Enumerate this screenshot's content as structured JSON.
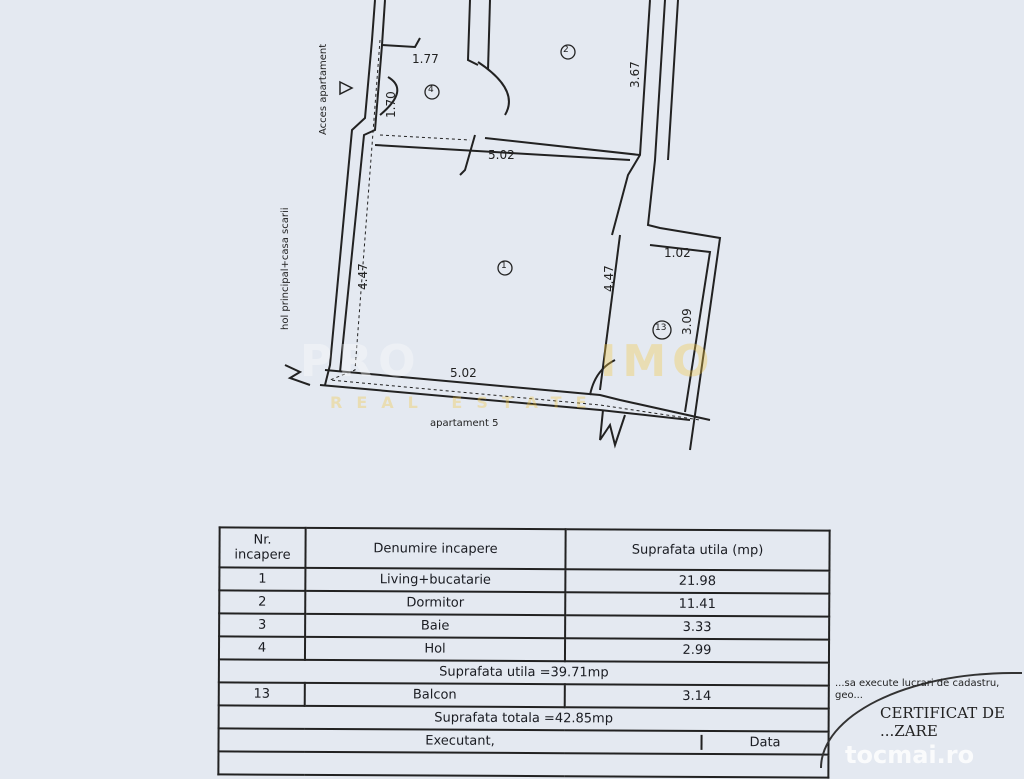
{
  "plan": {
    "rooms": [
      "2",
      "4",
      "1",
      "13"
    ],
    "dimensions": {
      "d177": "1.77",
      "d170": "1.70",
      "d367": "3.67",
      "d502a": "5.02",
      "d447a": "4.47",
      "d447b": "4.47",
      "d102": "1.02",
      "d309": "3.09",
      "d502b": "5.02"
    },
    "labels": {
      "access": "Acces apartament",
      "hall": "hol principal+casa scarii",
      "apartment": "apartament 5"
    },
    "watermark": {
      "left": "PRO",
      "right": "IMO",
      "sub": "REAL ESTATE"
    }
  },
  "table": {
    "headers": [
      "Nr. incapere",
      "Denumire incapere",
      "Suprafata utila (mp)"
    ],
    "rows": [
      {
        "nr": "1",
        "name": "Living+bucatarie",
        "area": "21.98"
      },
      {
        "nr": "2",
        "name": "Dormitor",
        "area": "11.41"
      },
      {
        "nr": "3",
        "name": "Baie",
        "area": "3.33"
      },
      {
        "nr": "4",
        "name": "Hol",
        "area": "2.99"
      }
    ],
    "useful_total": "Suprafata utila =39.71mp",
    "balcony": {
      "nr": "13",
      "name": "Balcon",
      "area": "3.14"
    },
    "grand_total": "Suprafata totala =42.85mp",
    "executant": "Executant,",
    "date": "Data"
  },
  "stamp": {
    "arc": "...sa execute lucrari de cadastru, geo...",
    "title": "CERTIFICAT DE ...ZARE"
  },
  "site_watermark": "tocmai.ro"
}
